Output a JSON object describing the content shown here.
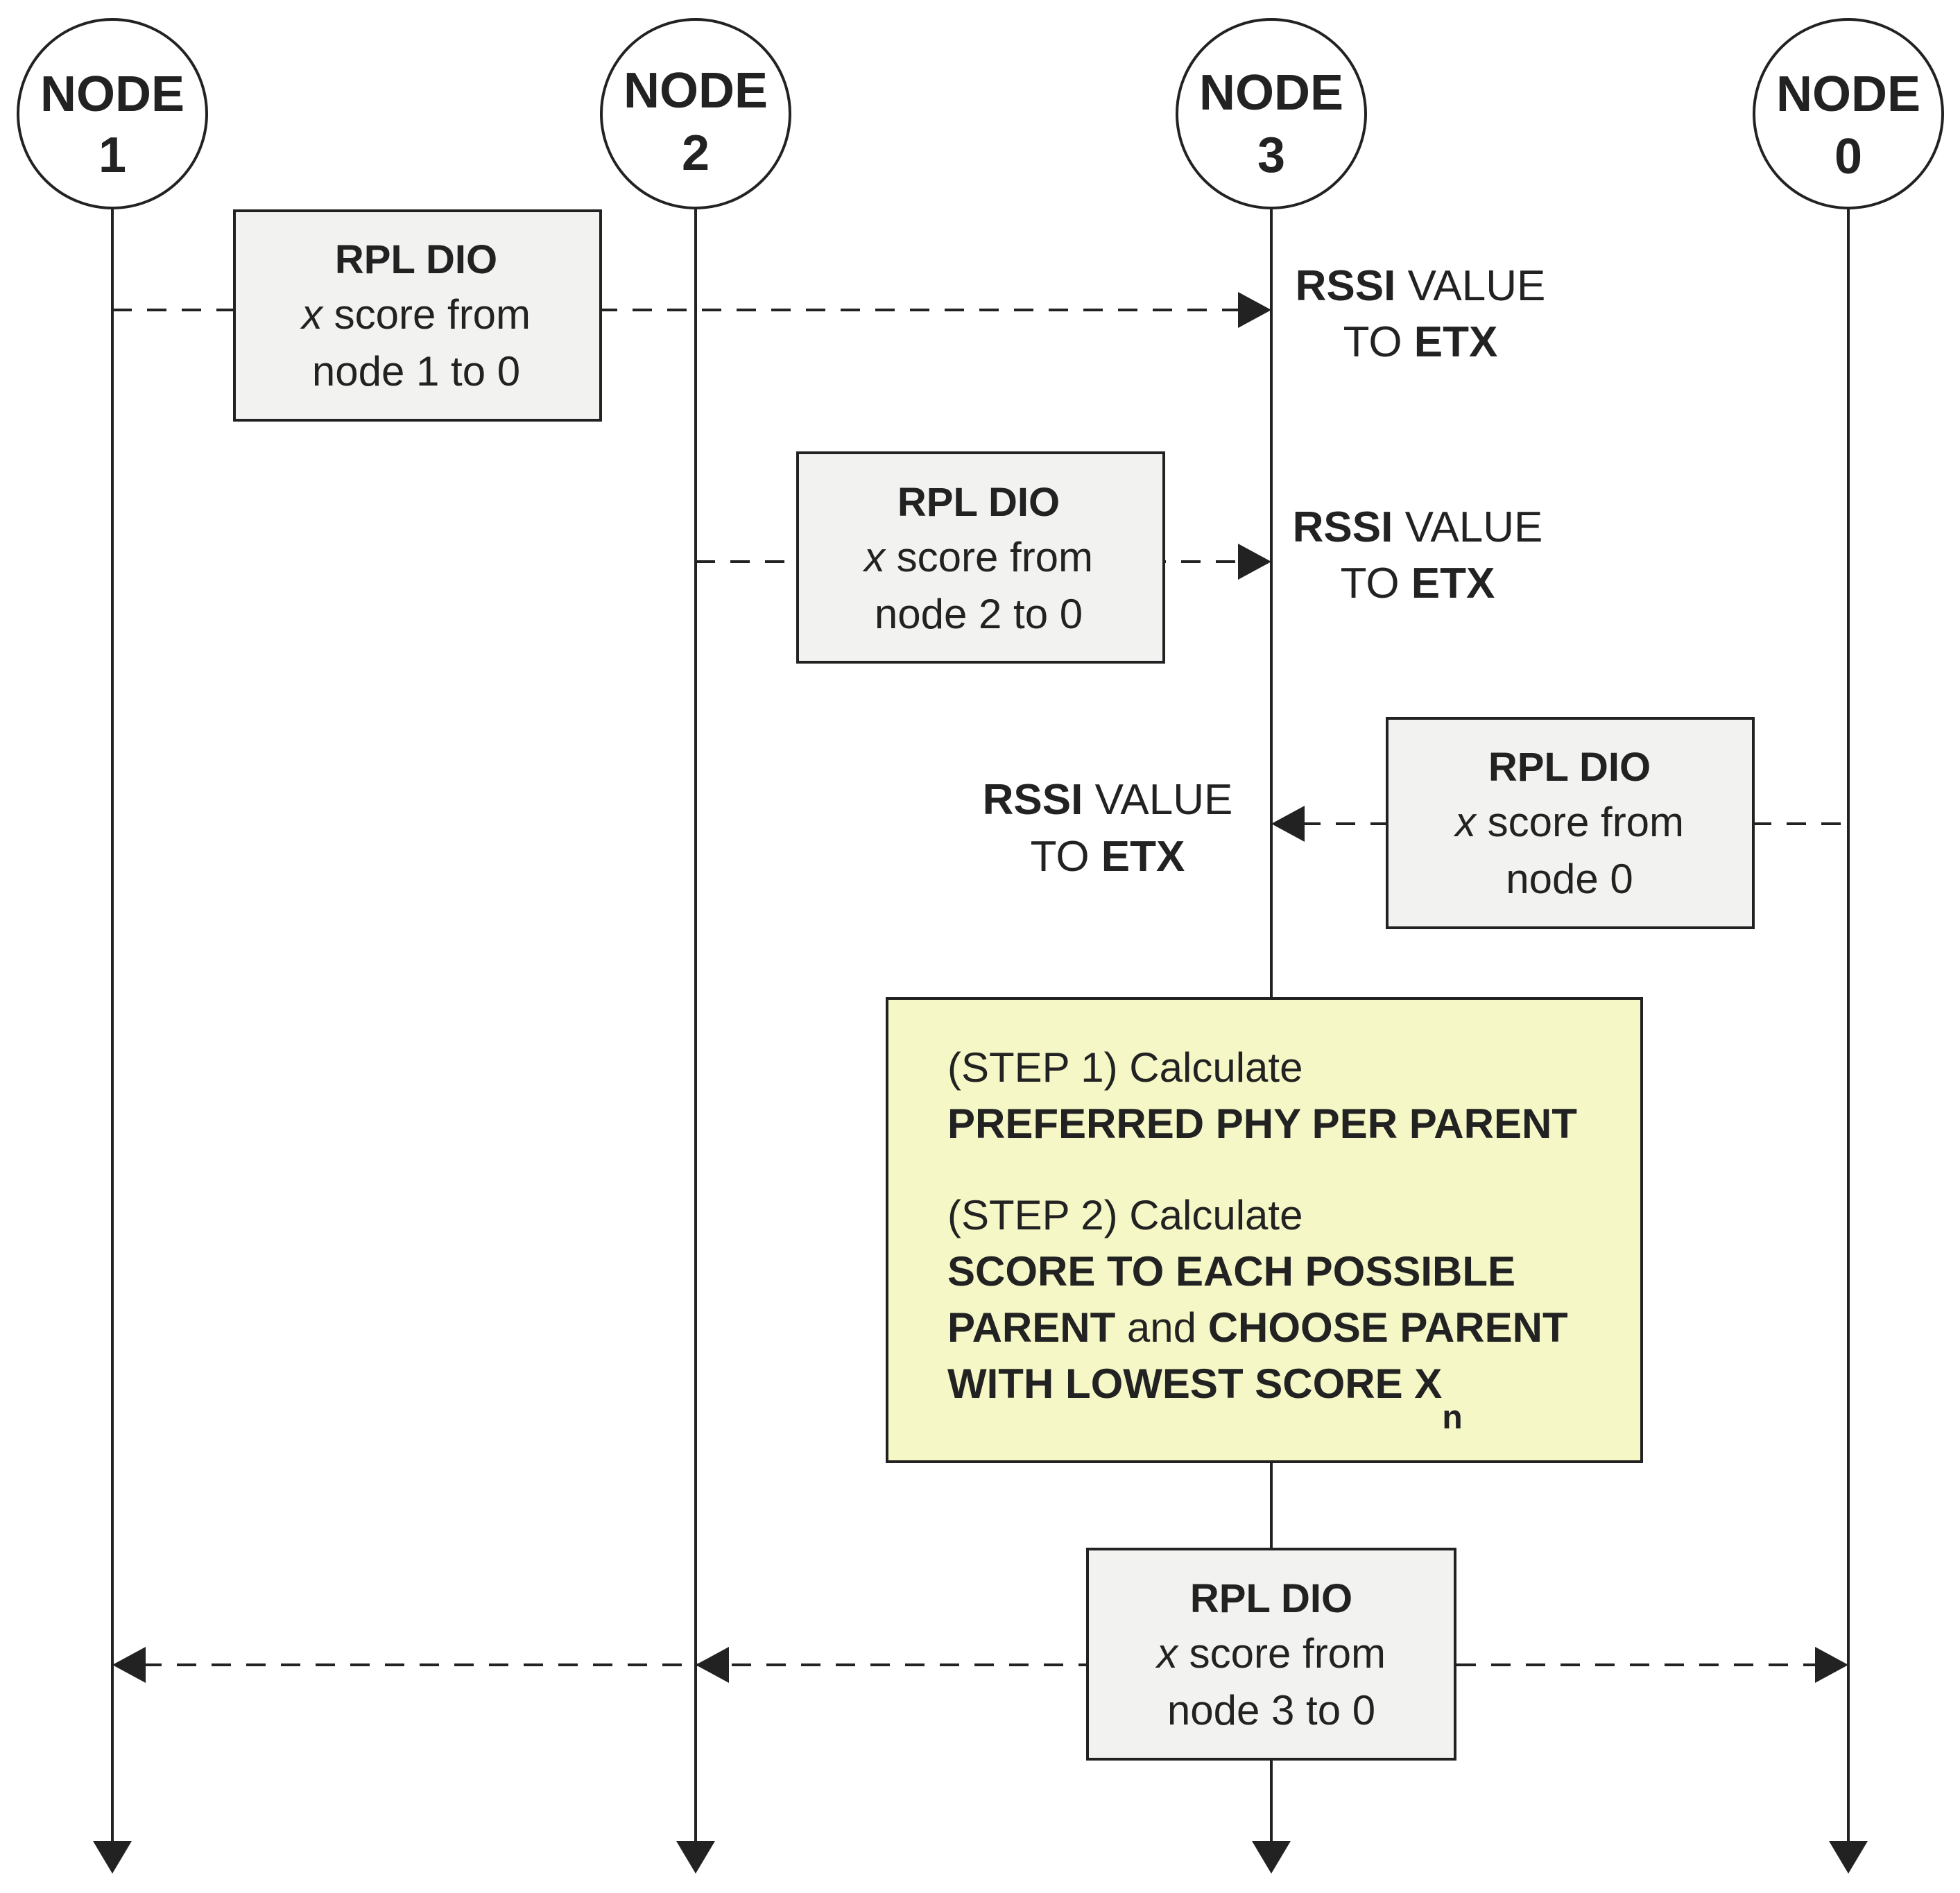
{
  "colors": {
    "stroke": "#222222",
    "box_fill": "#f2f2f0",
    "step_box_fill": "#f5f8c6",
    "background": "#ffffff"
  },
  "nodes": [
    {
      "id": "node-1",
      "top": "NODE",
      "bottom": "1"
    },
    {
      "id": "node-2",
      "top": "NODE",
      "bottom": "2"
    },
    {
      "id": "node-3",
      "top": "NODE",
      "bottom": "3"
    },
    {
      "id": "node-0",
      "top": "NODE",
      "bottom": "0"
    }
  ],
  "messages": [
    {
      "title": "RPL DIO",
      "var": "x",
      "line2": " score from",
      "line3": "node 1 to 0"
    },
    {
      "title": "RPL DIO",
      "var": "x",
      "line2": " score from",
      "line3": "node 2 to 0"
    },
    {
      "title": "RPL DIO",
      "var": "x",
      "line2": " score from",
      "line3": "node 0"
    },
    {
      "title": "RPL DIO",
      "var": "x",
      "line2": " score from",
      "line3": "node 3 to 0"
    }
  ],
  "rssi_labels": [
    {
      "bold1": "RSSI",
      "rest1": " VALUE",
      "pre2": "TO ",
      "bold2": "ETX"
    },
    {
      "bold1": "RSSI",
      "rest1": " VALUE",
      "pre2": "TO ",
      "bold2": "ETX"
    },
    {
      "bold1": "RSSI",
      "rest1": " VALUE",
      "pre2": "TO ",
      "bold2": "ETX"
    }
  ],
  "steps": {
    "step1_label": "(STEP 1) Calculate",
    "step1_bold": "PREFERRED PHY PER PARENT",
    "step2_label": "(STEP 2) Calculate",
    "step2_bold_line1": "SCORE TO EACH POSSIBLE",
    "step2_bold_parent": "PARENT",
    "step2_and": " and ",
    "step2_bold_choose": "CHOOSE PARENT",
    "step2_bold_line3": "WITH LOWEST SCORE X",
    "step2_subscript": "n"
  }
}
